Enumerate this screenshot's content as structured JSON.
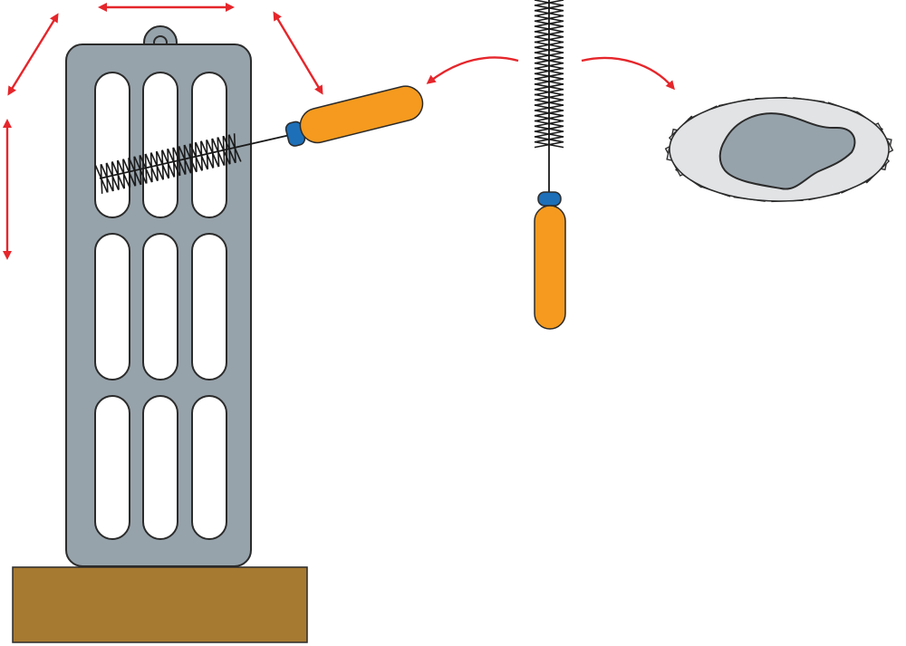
{
  "diagram": {
    "components": [
      {
        "id": "radiator",
        "icon": "radiator-panel-icon"
      },
      {
        "id": "base",
        "icon": "wooden-base-icon"
      },
      {
        "id": "brush-in-use",
        "icon": "bottle-brush-icon"
      },
      {
        "id": "brush-vertical",
        "icon": "bottle-brush-icon"
      },
      {
        "id": "spent-brush-debris",
        "icon": "debris-on-brush-icon"
      }
    ],
    "arrows": [
      {
        "id": "horizontal-motion",
        "icon": "double-headed-arrow-icon"
      },
      {
        "id": "vertical-motion",
        "icon": "double-headed-arrow-icon"
      },
      {
        "id": "diagonal-motion-left",
        "icon": "double-headed-arrow-icon"
      },
      {
        "id": "diagonal-motion-right",
        "icon": "double-headed-arrow-icon"
      },
      {
        "id": "flow-to-brush-in-use",
        "icon": "curved-arrow-icon"
      },
      {
        "id": "flow-to-debris",
        "icon": "curved-arrow-icon"
      }
    ],
    "colors": {
      "radiator_fill": "#97a3ab",
      "radiator_stroke": "#2b2b2b",
      "slot_fill": "#ffffff",
      "base_fill": "#a77a32",
      "handle_fill": "#f59a1e",
      "ferrule_fill": "#1d6fb8",
      "bristle_color": "#1a1a1a",
      "arrow_color": "#e5262b",
      "debris_outer_fill": "#e1e3e5",
      "debris_inner_fill": "#97a3ab"
    }
  }
}
